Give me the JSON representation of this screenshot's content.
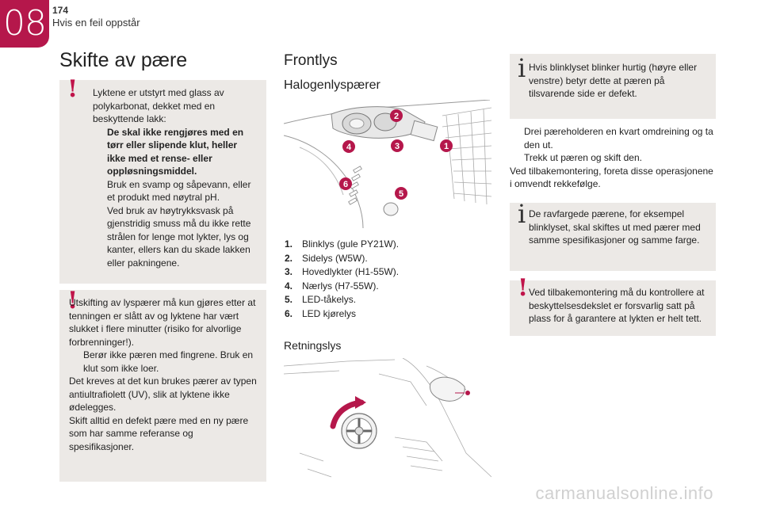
{
  "header": {
    "chapter": "08",
    "page_number": "174",
    "chapter_title": "Hvis en feil oppstår"
  },
  "left": {
    "title": "Skifte av pære",
    "warning1": {
      "intro": "Lyktene er utstyrt med glass av polykarbonat, dekket med en beskyttende lakk:",
      "bullets": [
        "De skal ikke rengjøres med en tørr eller slipende klut, heller ikke med et rense- eller oppløsningsmiddel.",
        "Bruk en svamp og såpevann, eller et produkt med nøytral pH.",
        "Ved bruk av høytrykksvask på gjenstridig smuss må du ikke rette strålen for lenge mot lykter, lys og kanter, ellers kan du skade lakken eller pakningene."
      ]
    },
    "warning2": {
      "intro": "Utskifting av lyspærer må kun gjøres etter at tenningen er slått av og lyktene har vært slukket i flere minutter (risiko for alvorlige forbrenninger!).",
      "bullet": "Berør ikke pæren med fingrene. Bruk en klut som ikke loer.",
      "para1": "Det kreves at det kun brukes pærer av typen antiultrafiolett (UV), slik at lyktene ikke ødelegges.",
      "para2": "Skift alltid en defekt pære med en ny pære som har samme referanse og spesifikasjoner."
    }
  },
  "middle": {
    "title": "Frontlys",
    "subtitle": "Halogenlyspærer",
    "badges": [
      "1",
      "2",
      "3",
      "4",
      "5",
      "6"
    ],
    "legend": [
      {
        "num": "1.",
        "text": "Blinklys (gule PY21W)."
      },
      {
        "num": "2.",
        "text": "Sidelys (W5W)."
      },
      {
        "num": "3.",
        "text": "Hovedlykter (H1-55W)."
      },
      {
        "num": "4.",
        "text": "Nærlys (H7-55W)."
      },
      {
        "num": "5.",
        "text": "LED-tåkelys."
      },
      {
        "num": "6.",
        "text": "LED kjørelys"
      }
    ],
    "subtitle2": "Retningslys"
  },
  "right": {
    "info1": "Hvis blinklyset blinker hurtig (høyre eller venstre) betyr dette at pæren på tilsvarende side er defekt.",
    "steps": [
      "Drei pæreholderen en kvart omdreining og ta den ut.",
      "Trekk ut pæren og skift den."
    ],
    "reassembly": "Ved tilbakemontering, foreta disse operasjonene i omvendt rekkefølge.",
    "info2": "De ravfargede pærene, for eksempel blinklyset, skal skiftes ut med pærer med samme spesifikasjoner og samme farge.",
    "warning": "Ved tilbakemontering må du kontrollere at beskyttelsesdekslet er forsvarlig satt på plass for å garantere at lykten er helt tett."
  },
  "symbols": {
    "bullet": "",
    "warning": "!",
    "info": "i"
  },
  "colors": {
    "accent": "#b5174b",
    "box_bg": "#ece9e6"
  },
  "footer": {
    "watermark": "carmanualsonline.info"
  }
}
